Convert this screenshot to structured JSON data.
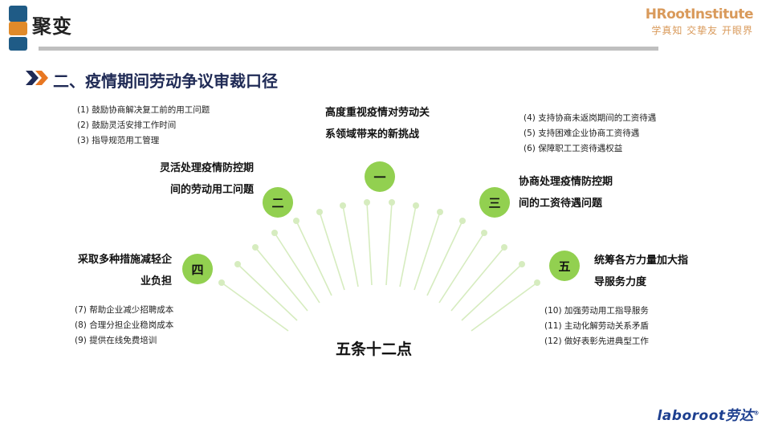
{
  "header": {
    "brand_title": "聚变",
    "logo_colors": [
      "#1f5b86",
      "#e08a2a",
      "#1f5b86"
    ],
    "partner_logo": {
      "name": "HRootInstitute",
      "slogan": "学真知 交挚友 开眼界"
    }
  },
  "section": {
    "icon": "double-chevron-icon",
    "title": "二、疫情期间劳动争议审裁口径"
  },
  "accent_color": "#92d050",
  "points": [
    {
      "number": "一",
      "topic": [
        "高度重视疫情对劳动关",
        "系领域带来的新挑战"
      ],
      "items": []
    },
    {
      "number": "二",
      "topic": [
        "灵活处理疫情防控期",
        "间的劳动用工问题"
      ],
      "items": [
        "(1) 鼓励协商解决复工前的用工问题",
        "(2) 鼓励灵活安排工作时间",
        "(3) 指导规范用工管理"
      ]
    },
    {
      "number": "三",
      "topic": [
        "协商处理疫情防控期",
        "间的工资待遇问题"
      ],
      "items": [
        "(4) 支持协商未返岗期间的工资待遇",
        "(5) 支持困难企业协商工资待遇",
        "(6) 保障职工工资待遇权益"
      ]
    },
    {
      "number": "四",
      "topic": [
        "采取多种措施减轻企",
        "业负担"
      ],
      "items": [
        "(7) 帮助企业减少招聘成本",
        "(8) 合理分担企业稳岗成本",
        "(9) 提供在线免费培训"
      ]
    },
    {
      "number": "五",
      "topic": [
        "统筹各方力量加大指",
        "导服务力度"
      ],
      "items": [
        "(10) 加强劳动用工指导服务",
        "(11) 主动化解劳动关系矛盾",
        "(12) 做好表彰先进典型工作"
      ]
    }
  ],
  "center_caption": "五条十二点",
  "footer": {
    "logo_text": "laboroot劳达",
    "registered_mark": "®"
  }
}
